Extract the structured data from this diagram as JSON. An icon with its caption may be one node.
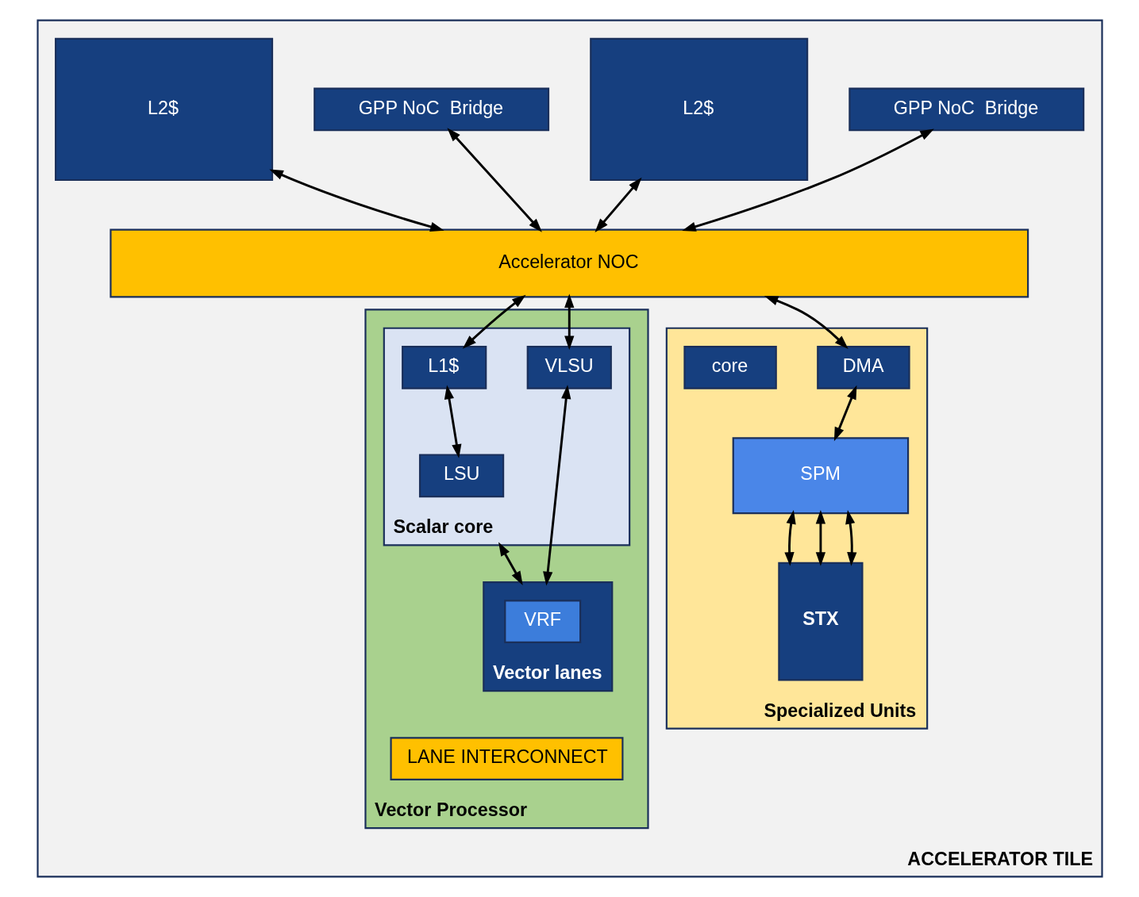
{
  "diagram": {
    "nodes": [
      {
        "text": [
          "ACCELERATOR TILE"
        ]
      },
      {
        "text": [
          "L2$"
        ],
        "in": 0
      },
      {
        "text": [
          "GPP NoC  Bridge"
        ],
        "in": 0
      },
      {
        "text": [
          "L2$"
        ],
        "in": 0
      },
      {
        "text": [
          "GPP NoC  Bridge"
        ],
        "in": 0
      },
      {
        "text": [
          "Accelerator NOC"
        ],
        "in": 0
      },
      {
        "text": [
          "Vector Processor"
        ],
        "in": 0
      },
      {
        "text": [
          "Scalar core"
        ],
        "in": 6
      },
      {
        "text": [
          "L1$"
        ],
        "in": 7
      },
      {
        "text": [
          "LSU"
        ],
        "in": 7
      },
      {
        "text": [
          "VLSU"
        ],
        "in": 7
      },
      {
        "text": [
          "Vector lanes"
        ],
        "in": 6
      },
      {
        "text": [
          "VRF"
        ],
        "in": 11
      },
      {
        "text": [
          "LANE INTERCONNECT"
        ],
        "in": 6
      },
      {
        "text": [
          "Specialized Units"
        ],
        "in": 0
      },
      {
        "text": [
          "DMA"
        ],
        "in": 14
      },
      {
        "text": [
          "SPM"
        ],
        "in": 14
      },
      {
        "text": [
          "STX"
        ],
        "in": 14
      },
      {
        "text": [
          "core"
        ],
        "in": 14
      }
    ],
    "edges": [
      {
        "from": 1,
        "to": 5,
        "arrow": "both"
      },
      {
        "from": 2,
        "to": 5,
        "arrow": "both"
      },
      {
        "from": 3,
        "to": 5,
        "arrow": "both"
      },
      {
        "from": 4,
        "to": 5,
        "arrow": "both"
      },
      {
        "from": 5,
        "to": 8,
        "arrow": "both"
      },
      {
        "from": 5,
        "to": 10,
        "arrow": "both"
      },
      {
        "from": 5,
        "to": 15,
        "arrow": "both"
      },
      {
        "from": 8,
        "to": 9,
        "arrow": "both"
      },
      {
        "from": 10,
        "to": 11,
        "arrow": "both"
      },
      {
        "from": 7,
        "to": 11,
        "arrow": "both"
      },
      {
        "from": 15,
        "to": 16,
        "arrow": "both"
      },
      {
        "from": 16,
        "to": 17,
        "arrow": "both"
      },
      {
        "from": 16,
        "to": 17,
        "arrow": "both"
      },
      {
        "from": 16,
        "to": 17,
        "arrow": "both"
      }
    ]
  }
}
